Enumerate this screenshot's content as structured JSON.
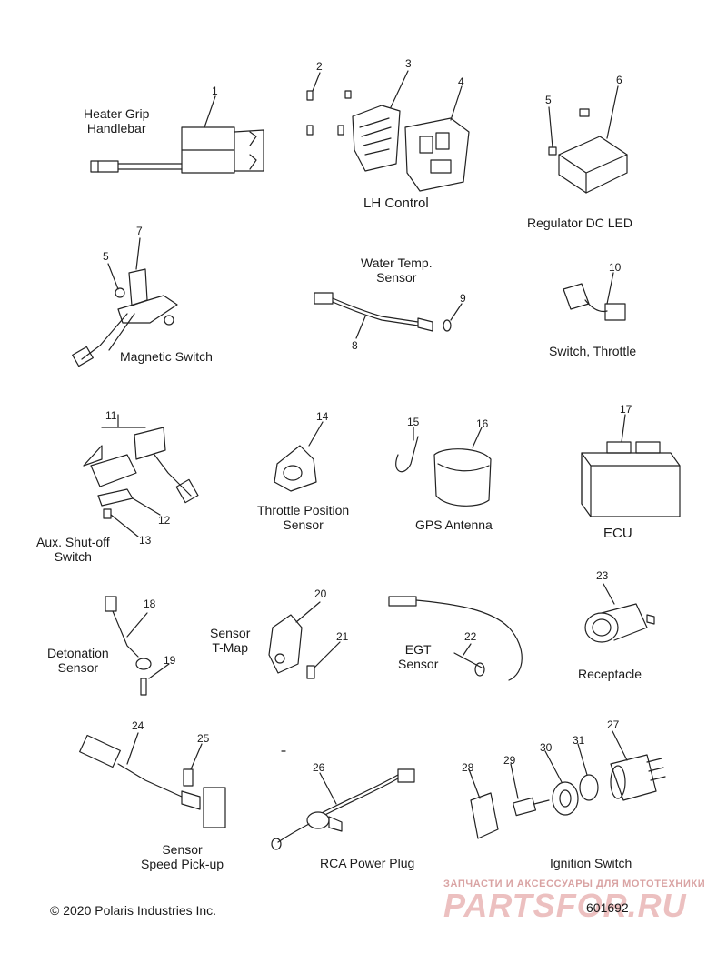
{
  "labels": {
    "heater_grip": "Heater Grip\nHandlebar",
    "lh_control": "LH Control",
    "regulator": "Regulator DC LED",
    "water_temp": "Water Temp.\nSensor",
    "magnetic_switch": "Magnetic Switch",
    "switch_throttle": "Switch, Throttle",
    "aux_shutoff": "Aux. Shut-off\nSwitch",
    "throttle_position": "Throttle Position\nSensor",
    "gps_antenna": "GPS Antenna",
    "ecu": "ECU",
    "detonation": "Detonation\nSensor",
    "sensor_tmap": "Sensor\nT-Map",
    "egt": "EGT\nSensor",
    "receptacle": "Receptacle",
    "speed_pickup": "Sensor\nSpeed Pick-up",
    "rca_plug": "RCA Power Plug",
    "ignition": "Ignition Switch"
  },
  "callouts": [
    "1",
    "2",
    "3",
    "4",
    "5",
    "6",
    "5",
    "7",
    "8",
    "9",
    "10",
    "11",
    "12",
    "13",
    "14",
    "15",
    "16",
    "17",
    "18",
    "19",
    "20",
    "21",
    "22",
    "23",
    "24",
    "25",
    "26",
    "27",
    "28",
    "29",
    "30",
    "31"
  ],
  "copyright": "© 2020 Polaris Industries Inc.",
  "diagram_number": "601692",
  "watermark": {
    "tagline": "ЗАПЧАСТИ И АКСЕССУАРЫ ДЛЯ МОТОТЕХНИКИ",
    "brand": "PARTSFOR.RU"
  },
  "colors": {
    "line": "#222222",
    "watermark": "#e9b6b6"
  }
}
